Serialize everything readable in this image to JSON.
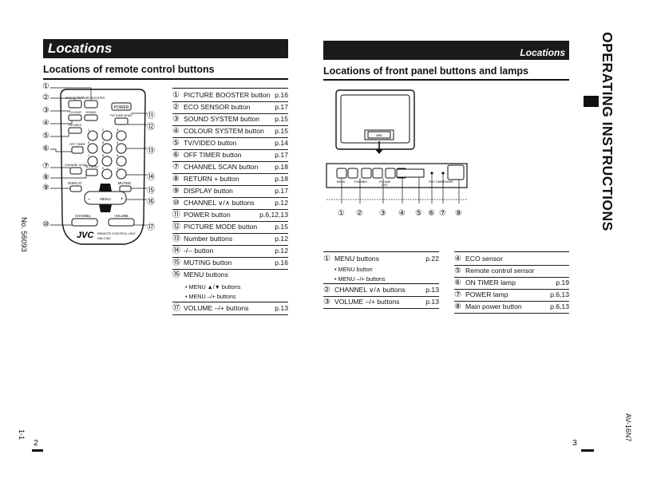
{
  "left_page": {
    "band_title": "Locations",
    "section_title": "Locations of remote control buttons",
    "side_code": "No. 56093",
    "page_number": "2",
    "page_prefix": "1-1",
    "items": [
      {
        "num": "①",
        "label": "PICTURE BOOSTER button",
        "page": "p.16"
      },
      {
        "num": "②",
        "label": "ECO SENSOR button",
        "page": "p.17"
      },
      {
        "num": "③",
        "label": "SOUND SYSTEM button",
        "page": "p.15"
      },
      {
        "num": "④",
        "label": "COLOUR SYSTEM button",
        "page": "p.15"
      },
      {
        "num": "⑤",
        "label": "TV/VIDEO button",
        "page": "p.14"
      },
      {
        "num": "⑥",
        "label": "OFF TIMER button",
        "page": "p.17"
      },
      {
        "num": "⑦",
        "label": "CHANNEL SCAN button",
        "page": "p.18"
      },
      {
        "num": "⑧",
        "label": "RETURN + button",
        "page": "p.18"
      },
      {
        "num": "⑨",
        "label": "DISPLAY button",
        "page": "p.17"
      },
      {
        "num": "⑩",
        "label": "CHANNEL ∨/∧ buttons",
        "page": "p.12"
      },
      {
        "num": "⑪",
        "label": "POWER button",
        "page": "p.6,12,13"
      },
      {
        "num": "⑫",
        "label": "PICTURE MODE button",
        "page": "p.15"
      },
      {
        "num": "⑬",
        "label": "Number buttons",
        "page": "p.12"
      },
      {
        "num": "⑭",
        "label": "-/-- button",
        "page": "p.12"
      },
      {
        "num": "⑮",
        "label": "MUTING button",
        "page": "p.16"
      },
      {
        "num": "⑯",
        "label": "MENU buttons",
        "page": ""
      },
      {
        "num": "⑰",
        "label": "VOLUME –/+ buttons",
        "page": "p.13"
      }
    ],
    "menu_subitems": [
      "• MENU ▲/▼ buttons",
      "• MENU –/+ buttons"
    ],
    "remote_callouts_left": [
      "①",
      "②",
      "③",
      "④",
      "⑤",
      "⑥",
      "⑦",
      "⑧",
      "⑨",
      "⑩"
    ],
    "remote_callouts_right": [
      "⑪",
      "⑫",
      "⑬",
      "⑭",
      "⑮",
      "⑯",
      "⑰"
    ],
    "remote_labels": {
      "power": "POWER",
      "picture_mode": "PICTURE MODE",
      "eco_sensor": "ECO SENSOR",
      "picture_booster": "PICTURE BOOSTER",
      "colour": "COLOUR",
      "sound": "SOUND",
      "sys": "SYSTEM",
      "tv_video": "TV/VIDEO",
      "off_timer": "OFF TIMER",
      "channel_scan": "CHANNEL SCAN",
      "return": "RETURN+",
      "display": "DISPLAY",
      "muting": "MUTING",
      "menu": "MENU",
      "channel": "CHANNEL",
      "volume": "VOLUME",
      "brand": "JVC",
      "unit": "REMOTE CONTROL UNIT",
      "model": "RM-C367",
      "digits": [
        "1",
        "2",
        "3",
        "4",
        "5",
        "6",
        "7",
        "8",
        "9",
        "0"
      ],
      "dash": "-/--"
    }
  },
  "right_page": {
    "band_title": "Locations",
    "section_title": "Locations of front panel buttons and lamps",
    "side_title": "OPERATING INSTRUCTIONS",
    "side_model": "AV-16N7",
    "page_number": "3",
    "callouts": [
      "①",
      "②",
      "③",
      "④",
      "⑤",
      "⑥",
      "⑦",
      "⑧"
    ],
    "panel_labels": {
      "menu": "MENU",
      "channel": "CHANNEL",
      "volume": "VOLUME",
      "exit": "EXIT",
      "eco": "ECO",
      "timer": "TIMER",
      "power": "POWER",
      "jvc": "JVC"
    },
    "items_left": [
      {
        "num": "①",
        "label": "MENU buttons",
        "page": "p.22"
      },
      {
        "num": "",
        "label": "• MENU button",
        "page": ""
      },
      {
        "num": "",
        "label": "• MENU –/+ buttons",
        "page": ""
      },
      {
        "num": "②",
        "label": "CHANNEL ∨/∧ buttons",
        "page": "p.13"
      },
      {
        "num": "③",
        "label": "VOLUME –/+ buttons",
        "page": "p.13"
      }
    ],
    "items_right": [
      {
        "num": "④",
        "label": "ECO sensor",
        "page": ""
      },
      {
        "num": "⑤",
        "label": "Remote control sensor",
        "page": ""
      },
      {
        "num": "⑥",
        "label": "ON TIMER lamp",
        "page": "p.19"
      },
      {
        "num": "⑦",
        "label": "POWER lamp",
        "page": "p.6,13"
      },
      {
        "num": "⑧",
        "label": "Main power button",
        "page": "p.6,13"
      }
    ]
  }
}
